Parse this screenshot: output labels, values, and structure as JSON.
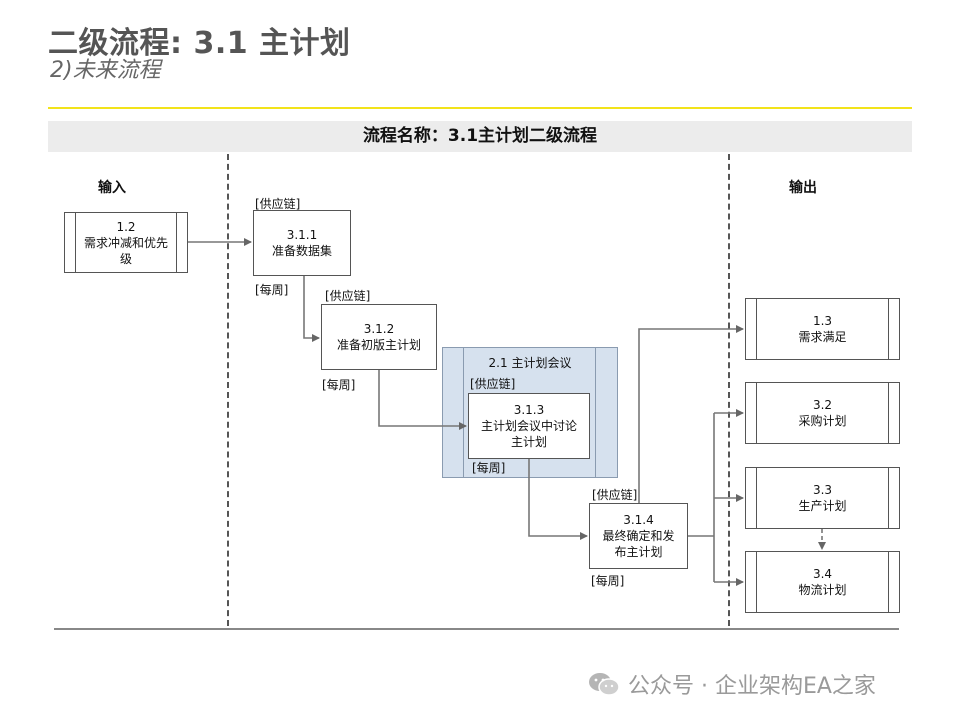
{
  "page": {
    "title": "二级流程: 3.1 主计划",
    "subtitle": "2)未来流程",
    "header": "流程名称：3.1主计划二级流程"
  },
  "sections": {
    "input": "输入",
    "output": "输出"
  },
  "input_box": {
    "id": "1.2",
    "text": "需求冲减和优先级"
  },
  "steps": [
    {
      "id": "3.1.1",
      "text": "准备数据集",
      "role": "[供应链]",
      "freq": "[每周]"
    },
    {
      "id": "3.1.2",
      "text": "准备初版主计划",
      "role": "[供应链]",
      "freq": "[每周]"
    },
    {
      "id": "3.1.3",
      "text": "主计划会议中讨论主计划",
      "role": "[供应链]",
      "freq": "[每周]"
    },
    {
      "id": "3.1.4",
      "text": "最终确定和发布主计划",
      "role": "[供应链]",
      "freq": "[每周]"
    }
  ],
  "group": {
    "title": "2.1  主计划会议"
  },
  "outputs": [
    {
      "id": "1.3",
      "text": "需求满足"
    },
    {
      "id": "3.2",
      "text": "采购计划"
    },
    {
      "id": "3.3",
      "text": "生产计划"
    },
    {
      "id": "3.4",
      "text": "物流计划"
    }
  ],
  "watermark": {
    "text": "公众号 · 企业架构EA之家",
    "icon": "wechat-icon"
  },
  "colors": {
    "accent_rule": "#f2e31a",
    "group_fill": "#d6e1ee",
    "header_band": "#ececec"
  }
}
